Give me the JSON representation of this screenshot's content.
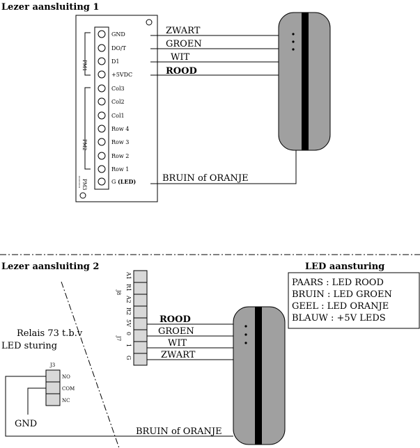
{
  "section1": {
    "title": "Lezer aansluiting 1",
    "pins": [
      "GND",
      "DO/T",
      "D1",
      "+5VDC",
      "Col3",
      "Col2",
      "Col1",
      "Row 4",
      "Row 3",
      "Row 2",
      "Row 1"
    ],
    "pin_g_prefix": "G",
    "pin_g_suffix": "(LED)",
    "group_pm1": "PM1",
    "group_pm2": "PM2",
    "group_pm3": "PM3",
    "wires": {
      "zwart": "ZWART",
      "groen": "GROEN",
      "wit": "WIT",
      "rood": "ROOD",
      "bruin": "BRUIN of ORANJE"
    }
  },
  "section2": {
    "title": "Lezer aansluiting 2",
    "terminals": [
      "A1",
      "R1",
      "A2",
      "R2",
      "5V",
      "0",
      "1",
      "G"
    ],
    "j8_label": "J8",
    "j7_label": "J7",
    "j3_label": "J3",
    "relay_pins": [
      "NO",
      "COM",
      "NC"
    ],
    "relay_note_line1": "Relais 73 t.b.v",
    "relay_note_line2": "LED sturing",
    "gnd_label": "GND",
    "wires": {
      "rood": "ROOD",
      "groen": "GROEN",
      "wit": "WIT",
      "zwart": "ZWART",
      "bruin": "BRUIN of ORANJE"
    },
    "led_box": {
      "title": "LED aansturing",
      "lines": [
        "PAARS : LED ROOD",
        "BRUIN : LED GROEN",
        "GEEL : LED ORANJE",
        "BLAUW : +5V LEDS"
      ]
    }
  },
  "colors": {
    "reader_fill": "#a0a0a0",
    "terminal_fill": "#d8d8d8",
    "line": "#000000"
  }
}
